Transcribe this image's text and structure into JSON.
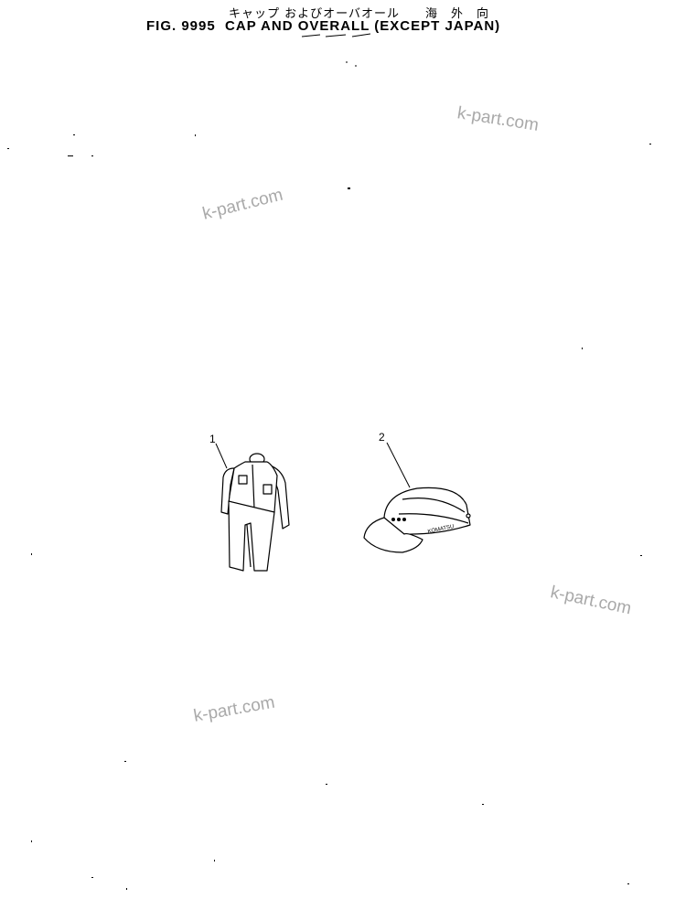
{
  "figure": {
    "title_jp": "キャップ およびオーバオール　　海　外　向",
    "title_en": "FIG. 9995  CAP AND OVERALL (EXCEPT JAPAN)"
  },
  "watermarks": [
    "k-part.com",
    "k-part.com",
    "k-part.com",
    "k-part.com"
  ],
  "parts": [
    {
      "number": "1",
      "name": "overall-illustration"
    },
    {
      "number": "2",
      "name": "cap-illustration",
      "logo_text": "KOMATSU"
    }
  ]
}
